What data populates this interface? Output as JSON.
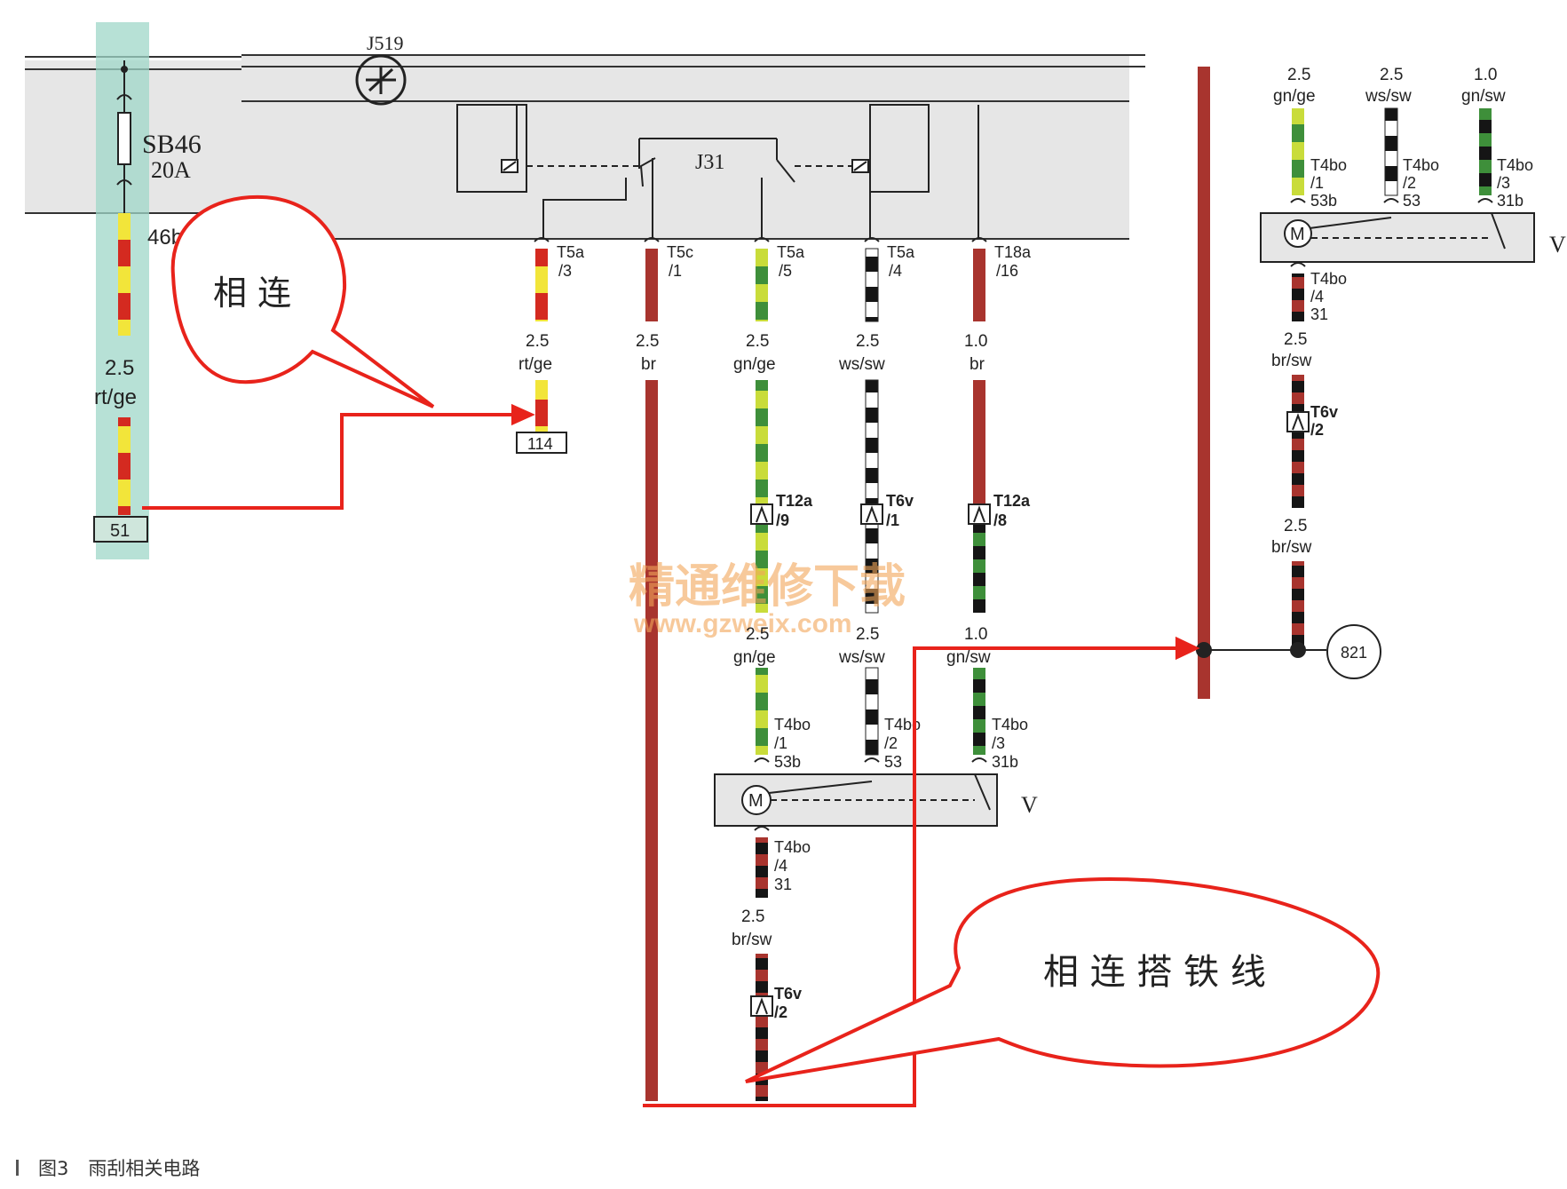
{
  "title_components": {
    "control_unit": "J519",
    "relay": "J31",
    "fuse_name": "SB46",
    "fuse_rating": "20A",
    "fuse_out_pin": "46b"
  },
  "wires": {
    "feed": {
      "size": "2.5",
      "color": "rt/ge",
      "target": "51"
    },
    "t5a3": {
      "pin": "T5a",
      "num": "/3",
      "size": "2.5",
      "color": "rt/ge",
      "target": "114"
    },
    "t5c1": {
      "pin": "T5c",
      "num": "/1",
      "size": "2.5",
      "color": "br"
    },
    "t5a5": {
      "pin": "T5a",
      "num": "/5",
      "size": "2.5",
      "color": "gn/ge"
    },
    "t5a4": {
      "pin": "T5a",
      "num": "/4",
      "size": "2.5",
      "color": "ws/sw"
    },
    "t18a16": {
      "pin": "T18a",
      "num": "/16",
      "size": "1.0",
      "color": "br"
    }
  },
  "connectors_mid": {
    "c1": {
      "pin": "T12a",
      "num": "/9"
    },
    "c2": {
      "pin": "T6v",
      "num": "/1"
    },
    "c3": {
      "pin": "T12a",
      "num": "/8"
    }
  },
  "motor_inputs_lower": {
    "w1": {
      "size": "2.5",
      "color": "gn/ge",
      "pin": "T4bo",
      "num": "/1",
      "term": "53b"
    },
    "w2": {
      "size": "2.5",
      "color": "ws/sw",
      "pin": "T4bo",
      "num": "/2",
      "term": "53"
    },
    "w3": {
      "size": "1.0",
      "color": "gn/sw",
      "pin": "T4bo",
      "num": "/3",
      "term": "31b"
    }
  },
  "motor_lower": {
    "symbol": "M",
    "label": "V",
    "ground_pin": "T4bo",
    "ground_num": "/4",
    "ground_term": "31",
    "ground_size": "2.5",
    "ground_color": "br/sw",
    "conn_pin": "T6v",
    "conn_num": "/2"
  },
  "motor_upper": {
    "symbol": "M",
    "label": "V",
    "in1": {
      "size": "2.5",
      "color": "gn/ge",
      "pin": "T4bo",
      "num": "/1",
      "term": "53b"
    },
    "in2": {
      "size": "2.5",
      "color": "ws/sw",
      "pin": "T4bo",
      "num": "/2",
      "term": "53"
    },
    "in3": {
      "size": "1.0",
      "color": "gn/sw",
      "pin": "T4bo",
      "num": "/3",
      "term": "31b"
    },
    "ground_pin": "T4bo",
    "ground_num": "/4",
    "ground_term": "31",
    "size_a": "2.5",
    "color_a": "br/sw",
    "conn_pin": "T6v",
    "conn_num": "/2",
    "size_b": "2.5",
    "color_b": "br/sw",
    "ground_point": "821"
  },
  "callouts": {
    "connect": "相 连",
    "ground_connect": "相 连 搭 铁 线"
  },
  "watermark": {
    "cn": "精通维修下载",
    "url": "www.gzweix.com"
  },
  "caption": {
    "figure": "图3",
    "text": "雨刮相关电路"
  },
  "colors": {
    "panel": "#e6e6e6",
    "red": "#d42a20",
    "brown": "#a8342e",
    "yellow": "#f2e53a",
    "green": "#3e8f3a",
    "black": "#151515",
    "highlight": "#9fd7c8",
    "annotation": "#e8231b"
  }
}
